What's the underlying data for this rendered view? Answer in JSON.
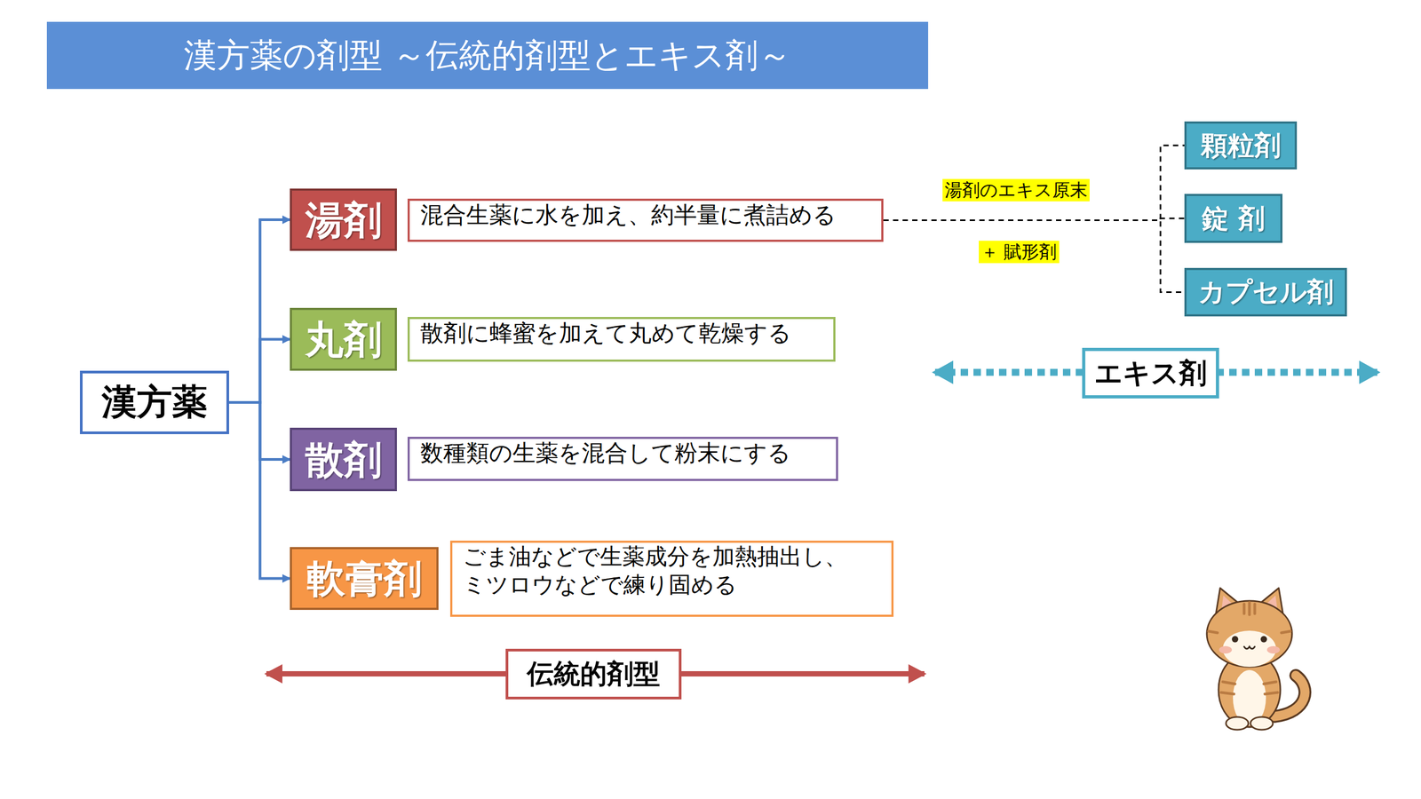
{
  "diagram": {
    "title": "漢方薬の剤型 ～伝統的剤型とエキス剤～",
    "nodes": [
      {
        "text": [
          "漢方薬"
        ]
      },
      {
        "text": [
          "湯剤"
        ]
      },
      {
        "text": [
          "混合生薬に水を加え、約半量に煮詰める"
        ]
      },
      {
        "text": [
          "丸剤"
        ]
      },
      {
        "text": [
          "散剤に蜂蜜を加えて丸めて乾燥する"
        ]
      },
      {
        "text": [
          "散剤"
        ]
      },
      {
        "text": [
          "数種類の生薬を混合して粉末にする"
        ]
      },
      {
        "text": [
          "軟膏剤"
        ]
      },
      {
        "text": [
          "ごま油などで生薬成分を加熱抽出し、 ミツロウなどで練り固める"
        ]
      },
      {
        "text": [
          "伝統的剤型"
        ]
      },
      {
        "text": [
          "顆粒剤"
        ]
      },
      {
        "text": [
          "錠 剤"
        ]
      },
      {
        "text": [
          "カプセル剤"
        ]
      },
      {
        "text": [
          "エキス剤"
        ]
      }
    ],
    "edges": [
      {
        "from": 0,
        "to": 1,
        "arrow": "to"
      },
      {
        "from": 0,
        "to": 3,
        "arrow": "to"
      },
      {
        "from": 0,
        "to": 5,
        "arrow": "to"
      },
      {
        "from": 0,
        "to": 7,
        "arrow": "to"
      },
      {
        "from": 2,
        "to": 10,
        "arrow": "none"
      },
      {
        "from": 2,
        "to": 11,
        "arrow": "none"
      },
      {
        "from": 2,
        "to": 12,
        "arrow": "none"
      }
    ],
    "labels": [
      "湯剤のエキス原末",
      "＋ 賦形剤"
    ]
  }
}
